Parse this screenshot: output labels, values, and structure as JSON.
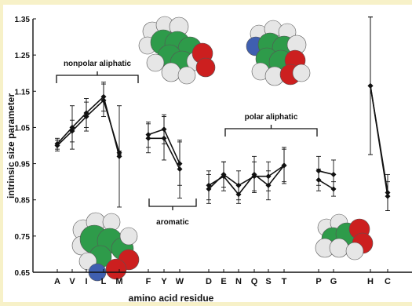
{
  "chart_data": {
    "type": "line",
    "xlabel": "amino acid residue",
    "ylabel": "intrinsic size parameter",
    "ylim": [
      0.65,
      1.35
    ],
    "yticks": [
      "0.65",
      "0.75",
      "0.85",
      "0.95",
      "1.05",
      "1.15",
      "1.25",
      "1.35"
    ],
    "categories": [
      "A",
      "V",
      "I",
      "L",
      "M",
      "F",
      "Y",
      "W",
      "D",
      "E",
      "N",
      "Q",
      "S",
      "T",
      "P",
      "G",
      "H",
      "C"
    ],
    "grid": false,
    "groups": [
      {
        "label": "nonpolar aliphatic",
        "members": [
          "A",
          "V",
          "I",
          "L",
          "M"
        ]
      },
      {
        "label": "aromatic",
        "members": [
          "F",
          "Y",
          "W"
        ]
      },
      {
        "label": "polar aliphatic",
        "members": [
          "D",
          "E",
          "N",
          "Q",
          "S",
          "T"
        ]
      }
    ],
    "series": [
      {
        "segments": [
          {
            "x": [
              "A",
              "V",
              "I",
              "L",
              "M"
            ],
            "y": [
              1.0,
              1.04,
              1.08,
              1.125,
              0.98
            ],
            "err": [
              0.015,
              0.03,
              0.04,
              0.045,
              0.005
            ]
          },
          {
            "x": [
              "F",
              "Y",
              "W"
            ],
            "y": [
              1.03,
              1.045,
              0.95
            ],
            "err": [
              0.035,
              0.04,
              0.06
            ]
          },
          {
            "x": [
              "D",
              "E",
              "N",
              "Q",
              "S",
              "T"
            ],
            "y": [
              0.89,
              0.915,
              0.865,
              0.92,
              0.89,
              0.945
            ],
            "err": [
              0.04,
              0.04,
              0.025,
              0.05,
              0.04,
              0.045
            ]
          },
          {
            "x": [
              "P",
              "G"
            ],
            "y": [
              0.905,
              0.88
            ],
            "err": [
              0.03,
              0.02
            ]
          },
          {
            "x": [
              "H",
              "C"
            ],
            "y": [
              1.165,
              0.86
            ],
            "err": [
              0.19,
              0.04
            ]
          }
        ]
      },
      {
        "segments": [
          {
            "x": [
              "A",
              "V",
              "I",
              "L",
              "M"
            ],
            "y": [
              1.005,
              1.05,
              1.09,
              1.135,
              0.97
            ],
            "err": [
              0.015,
              0.06,
              0.04,
              0.04,
              0.14
            ]
          },
          {
            "x": [
              "F",
              "Y",
              "W"
            ],
            "y": [
              1.02,
              1.02,
              0.935
            ],
            "err": [
              0.04,
              0.06,
              0.08
            ]
          },
          {
            "x": [
              "D",
              "E",
              "N",
              "Q",
              "S",
              "T"
            ],
            "y": [
              0.88,
              0.92,
              0.89,
              0.915,
              0.915,
              0.945
            ],
            "err": [
              0.04,
              0.035,
              0.04,
              0.04,
              0.04,
              0.05
            ]
          },
          {
            "x": [
              "P",
              "G"
            ],
            "y": [
              0.93,
              0.92
            ],
            "err": [
              0.04,
              0.04
            ]
          },
          {
            "x": [
              "H",
              "C"
            ],
            "y": [
              1.165,
              0.87
            ],
            "err": [
              0.19,
              0.05
            ]
          }
        ]
      }
    ],
    "molecules": [
      {
        "label": "alanine-model",
        "colors": [
          "#2e9b4a",
          "#cc1f1f",
          "#3f5fb0",
          "#e6e6e6"
        ]
      },
      {
        "label": "phenylalanine-model",
        "colors": [
          "#2e9b4a",
          "#cc1f1f",
          "#e6e6e6"
        ]
      },
      {
        "label": "asparagine-model",
        "colors": [
          "#2e9b4a",
          "#cc1f1f",
          "#3f5fb0",
          "#e6e6e6"
        ]
      },
      {
        "label": "glycine-model",
        "colors": [
          "#2e9b4a",
          "#cc1f1f",
          "#e6e6e6"
        ]
      }
    ],
    "colors": {
      "line": "#111111",
      "background": "#ffffff",
      "frame": "#f7f1c8"
    }
  }
}
